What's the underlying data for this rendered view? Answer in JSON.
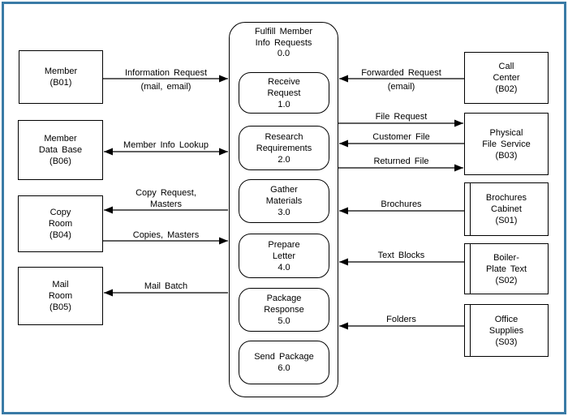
{
  "colors": {
    "frame_border": "#3a7ba6",
    "diagram_lines": "#000000",
    "background": "#ffffff"
  },
  "boundary": {
    "title_lines": [
      "Fulfill Member",
      "Info Requests",
      "0.0"
    ]
  },
  "processes": [
    {
      "id": "1.0",
      "lines": [
        "Receive",
        "Request",
        "1.0"
      ]
    },
    {
      "id": "2.0",
      "lines": [
        "Research",
        "Requirements",
        "2.0"
      ]
    },
    {
      "id": "3.0",
      "lines": [
        "Gather",
        "Materials",
        "3.0"
      ]
    },
    {
      "id": "4.0",
      "lines": [
        "Prepare",
        "Letter",
        "4.0"
      ]
    },
    {
      "id": "5.0",
      "lines": [
        "Package",
        "Response",
        "5.0"
      ]
    },
    {
      "id": "6.0",
      "lines": [
        "Send Package",
        "6.0"
      ]
    }
  ],
  "entities_left": [
    {
      "id": "B01",
      "lines": [
        "Member",
        "(B01)"
      ]
    },
    {
      "id": "B06",
      "lines": [
        "Member",
        "Data Base",
        "(B06)"
      ]
    },
    {
      "id": "B04",
      "lines": [
        "Copy",
        "Room",
        "(B04)"
      ]
    },
    {
      "id": "B05",
      "lines": [
        "Mail",
        "Room",
        "(B05)"
      ]
    }
  ],
  "entities_right": [
    {
      "id": "B02",
      "lines": [
        "Call",
        "Center",
        "(B02)"
      ]
    },
    {
      "id": "B03",
      "lines": [
        "Physical",
        "File Service",
        "(B03)"
      ]
    }
  ],
  "data_stores": [
    {
      "id": "S01",
      "lines": [
        "Brochures",
        "Cabinet",
        "(S01)"
      ]
    },
    {
      "id": "S02",
      "lines": [
        "Boiler-",
        "Plate Text",
        "(S02)"
      ]
    },
    {
      "id": "S03",
      "lines": [
        "Office",
        "Supplies",
        "(S03)"
      ]
    }
  ],
  "flows": {
    "information_request": {
      "lines": [
        "Information Request",
        "(mail, email)"
      ],
      "direction": "left-to-right"
    },
    "member_info_lookup": {
      "lines": [
        "Member Info Lookup"
      ],
      "direction": "both"
    },
    "copy_request": {
      "lines": [
        "Copy Request,",
        "Masters"
      ],
      "direction": "right-to-left"
    },
    "copies_masters": {
      "lines": [
        "Copies, Masters"
      ],
      "direction": "left-to-right"
    },
    "mail_batch": {
      "lines": [
        "Mail Batch"
      ],
      "direction": "right-to-left"
    },
    "forwarded_request": {
      "lines": [
        "Forwarded Request",
        "(email)"
      ],
      "direction": "right-to-left"
    },
    "file_request": {
      "lines": [
        "File Request"
      ],
      "direction": "left-to-right"
    },
    "customer_file": {
      "lines": [
        "Customer File"
      ],
      "direction": "right-to-left"
    },
    "returned_file": {
      "lines": [
        "Returned File"
      ],
      "direction": "left-to-right"
    },
    "brochures": {
      "lines": [
        "Brochures"
      ],
      "direction": "right-to-left"
    },
    "text_blocks": {
      "lines": [
        "Text Blocks"
      ],
      "direction": "right-to-left"
    },
    "folders": {
      "lines": [
        "Folders"
      ],
      "direction": "right-to-left"
    }
  }
}
